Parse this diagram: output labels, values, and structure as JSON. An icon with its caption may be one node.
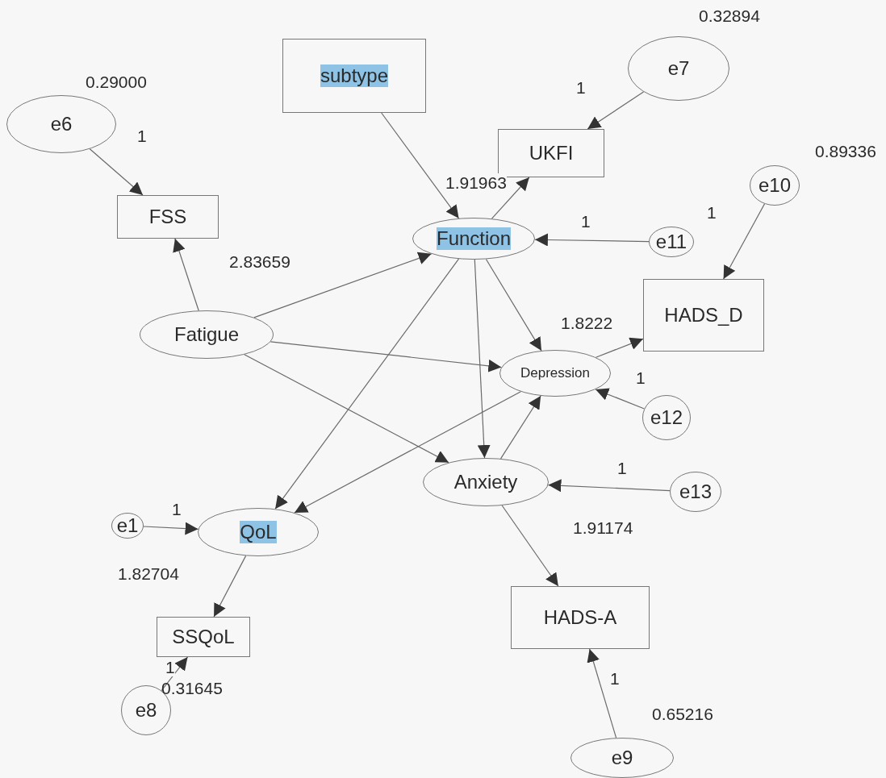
{
  "diagram": {
    "nodes": [
      {
        "text": [
          "subtype"
        ]
      },
      {
        "text": [
          "e7"
        ],
        "beside": [
          "0.32894"
        ]
      },
      {
        "text": [
          "e6"
        ],
        "beside": [
          "0.29000"
        ]
      },
      {
        "text": [
          "UKFI"
        ]
      },
      {
        "text": [
          "FSS"
        ]
      },
      {
        "text": [
          "e10"
        ],
        "beside": [
          "0.89336"
        ]
      },
      {
        "text": [
          "Function"
        ]
      },
      {
        "text": [
          "e11"
        ]
      },
      {
        "text": [
          "HADS_D"
        ]
      },
      {
        "text": [
          "Fatigue"
        ]
      },
      {
        "text": [
          "Depression"
        ]
      },
      {
        "text": [
          "e12"
        ]
      },
      {
        "text": [
          "Anxiety"
        ]
      },
      {
        "text": [
          "e13"
        ]
      },
      {
        "text": [
          "e1"
        ]
      },
      {
        "text": [
          "QoL"
        ]
      },
      {
        "text": [
          "SSQoL"
        ]
      },
      {
        "text": [
          "HADS-A"
        ]
      },
      {
        "text": [
          "e8"
        ],
        "beside": [
          "0.31645"
        ]
      },
      {
        "text": [
          "e9"
        ],
        "beside": [
          "0.65216"
        ]
      }
    ],
    "edges": [
      {
        "from": 2,
        "to": 4,
        "arrow": "to",
        "label": "1"
      },
      {
        "from": 1,
        "to": 3,
        "arrow": "to",
        "label": "1"
      },
      {
        "from": 0,
        "to": 6,
        "arrow": "to"
      },
      {
        "from": 6,
        "to": 3,
        "arrow": "to",
        "label": "1.91963"
      },
      {
        "from": 7,
        "to": 6,
        "arrow": "to",
        "label": "1"
      },
      {
        "from": 5,
        "to": 8,
        "arrow": "to",
        "label": "1"
      },
      {
        "from": 9,
        "to": 4,
        "arrow": "to",
        "label": "2.83659"
      },
      {
        "from": 9,
        "to": 6,
        "arrow": "to"
      },
      {
        "from": 9,
        "to": 10,
        "arrow": "to"
      },
      {
        "from": 9,
        "to": 12,
        "arrow": "to"
      },
      {
        "from": 6,
        "to": 10,
        "arrow": "to"
      },
      {
        "from": 6,
        "to": 12,
        "arrow": "to"
      },
      {
        "from": 6,
        "to": 15,
        "arrow": "to"
      },
      {
        "from": 10,
        "to": 8,
        "arrow": "to",
        "label": "1.8222"
      },
      {
        "from": 11,
        "to": 10,
        "arrow": "to",
        "label": "1"
      },
      {
        "from": 10,
        "to": 15,
        "arrow": "to"
      },
      {
        "from": 12,
        "to": 10,
        "arrow": "to"
      },
      {
        "from": 13,
        "to": 12,
        "arrow": "to",
        "label": "1"
      },
      {
        "from": 12,
        "to": 17,
        "arrow": "to",
        "label": "1.91174"
      },
      {
        "from": 14,
        "to": 15,
        "arrow": "to",
        "label": "1"
      },
      {
        "from": 15,
        "to": 16,
        "arrow": "to",
        "label": "1.82704"
      },
      {
        "from": 18,
        "to": 16,
        "arrow": "to",
        "label": "1"
      },
      {
        "from": 19,
        "to": 17,
        "arrow": "to",
        "label": "1"
      }
    ]
  }
}
